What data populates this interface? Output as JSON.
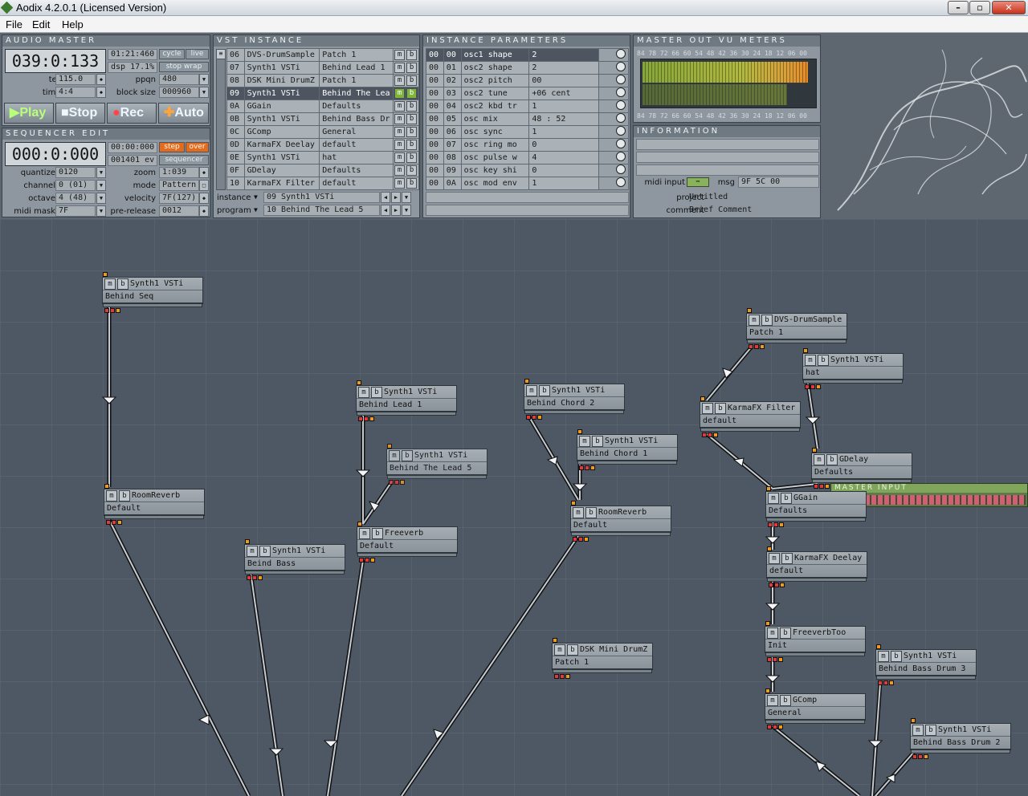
{
  "window": {
    "title": "Aodix 4.2.0.1 (Licensed Version)"
  },
  "menu": [
    "File",
    "Edit",
    "Help"
  ],
  "audio_master": {
    "header": "AUDIO MASTER",
    "position": "039:0:133",
    "time": "01:21:460",
    "dsp": "dsp  17.1%",
    "chips": [
      "cycle",
      "live",
      "stop wrap"
    ],
    "rows": [
      {
        "label": "tempo",
        "value": "115.0"
      },
      {
        "label": "time sig",
        "value": "4:4"
      },
      {
        "label": "ppqn",
        "value": "480"
      },
      {
        "label": "block size",
        "value": "000960"
      }
    ],
    "transport": [
      "Play",
      "Stop",
      "Rec",
      "Auto"
    ]
  },
  "sequencer_edit": {
    "header": "SEQUENCER EDIT",
    "position": "000:0:000",
    "time": "00:00:000",
    "events": "001401  ev",
    "chips": [
      "step",
      "over",
      "sequencer"
    ],
    "rows": [
      {
        "label": "quantize",
        "value": "0120"
      },
      {
        "label": "channel",
        "value": "0 (01)"
      },
      {
        "label": "octave",
        "value": "4 (48)"
      },
      {
        "label": "midi mask",
        "value": "7F"
      },
      {
        "label": "zoom",
        "value": "1:039"
      },
      {
        "label": "mode",
        "value": "Pattern"
      },
      {
        "label": "velocity",
        "value": "7F(127)"
      },
      {
        "label": "pre-release",
        "value": "0012"
      }
    ]
  },
  "vst_instance": {
    "header": "VST INSTANCE",
    "rows": [
      [
        "06",
        "DVS-DrumSample",
        "Patch     1"
      ],
      [
        "07",
        "Synth1 VSTi",
        "Behind Lead 1"
      ],
      [
        "08",
        "DSK Mini DrumZ",
        "Patch     1"
      ],
      [
        "09",
        "Synth1 VSTi",
        "Behind The Lea"
      ],
      [
        "0A",
        "GGain",
        "Defaults"
      ],
      [
        "0B",
        "Synth1 VSTi",
        "Behind Bass Dr"
      ],
      [
        "0C",
        "GComp",
        "General"
      ],
      [
        "0D",
        "KarmaFX Deelay",
        "default"
      ],
      [
        "0E",
        "Synth1 VSTi",
        "hat"
      ],
      [
        "0F",
        "GDelay",
        "Defaults"
      ],
      [
        "10",
        "KarmaFX Filter",
        "default"
      ]
    ],
    "selected": 3,
    "instance_label": "instance",
    "instance_value": "09  Synth1 VSTi",
    "program_label": "program",
    "program_value": "10  Behind The Lead 5"
  },
  "instance_parameters": {
    "header": "INSTANCE PARAMETERS",
    "rows": [
      [
        "00",
        "00",
        "osc1 shape",
        "2"
      ],
      [
        "00",
        "01",
        "osc2 shape",
        "2"
      ],
      [
        "00",
        "02",
        "osc2 pitch",
        "00"
      ],
      [
        "00",
        "03",
        "osc2 tune",
        "+06 cent"
      ],
      [
        "00",
        "04",
        "osc2 kbd tr",
        "1"
      ],
      [
        "00",
        "05",
        "osc mix",
        "48 : 52"
      ],
      [
        "00",
        "06",
        "osc sync",
        "1"
      ],
      [
        "00",
        "07",
        "osc ring mo",
        "0"
      ],
      [
        "00",
        "08",
        "osc pulse w",
        "4"
      ],
      [
        "00",
        "09",
        "osc key shi",
        "0"
      ],
      [
        "00",
        "0A",
        "osc mod env",
        "1"
      ]
    ]
  },
  "vu": {
    "header": "MASTER OUT VU METERS",
    "scale": "84 78 72 66 60 54 48 42 36 30 24 18 12 06 00"
  },
  "information": {
    "header": "INFORMATION",
    "midi_input": "midi input",
    "msg_label": "msg",
    "msg": "9F 5C 00",
    "project_label": "project",
    "project": "Untitled",
    "comment_label": "comment",
    "comment": "Brief Comment"
  },
  "master_input": {
    "label": "MASTER INPUT"
  },
  "nodes": [
    {
      "name": "Synth1 VSTi",
      "patch": "Behind Seq"
    },
    {
      "name": "RoomReverb",
      "patch": "Default"
    },
    {
      "name": "Synth1 VSTi",
      "patch": "Beind Bass"
    },
    {
      "name": "Synth1 VSTi",
      "patch": "Behind Lead 1"
    },
    {
      "name": "Synth1 VSTi",
      "patch": "Behind The Lead 5"
    },
    {
      "name": "Freeverb",
      "patch": "Default"
    },
    {
      "name": "Synth1 VSTi",
      "patch": "Behind Chord 2"
    },
    {
      "name": "Synth1 VSTi",
      "patch": "Behind Chord 1"
    },
    {
      "name": "RoomReverb",
      "patch": "Default"
    },
    {
      "name": "DSK Mini DrumZ",
      "patch": "Patch     1"
    },
    {
      "name": "DVS-DrumSample",
      "patch": "Patch     1"
    },
    {
      "name": "Synth1 VSTi",
      "patch": "hat"
    },
    {
      "name": "KarmaFX Filter",
      "patch": "default"
    },
    {
      "name": "GDelay",
      "patch": "Defaults"
    },
    {
      "name": "GGain",
      "patch": "Defaults"
    },
    {
      "name": "KarmaFX Deelay",
      "patch": "default"
    },
    {
      "name": "FreeverbToo",
      "patch": "Init"
    },
    {
      "name": "Synth1 VSTi",
      "patch": "Behind Bass Drum 3"
    },
    {
      "name": "GComp",
      "patch": "General"
    },
    {
      "name": "Synth1 VSTi",
      "patch": "Behind Bass Drum 2"
    }
  ]
}
